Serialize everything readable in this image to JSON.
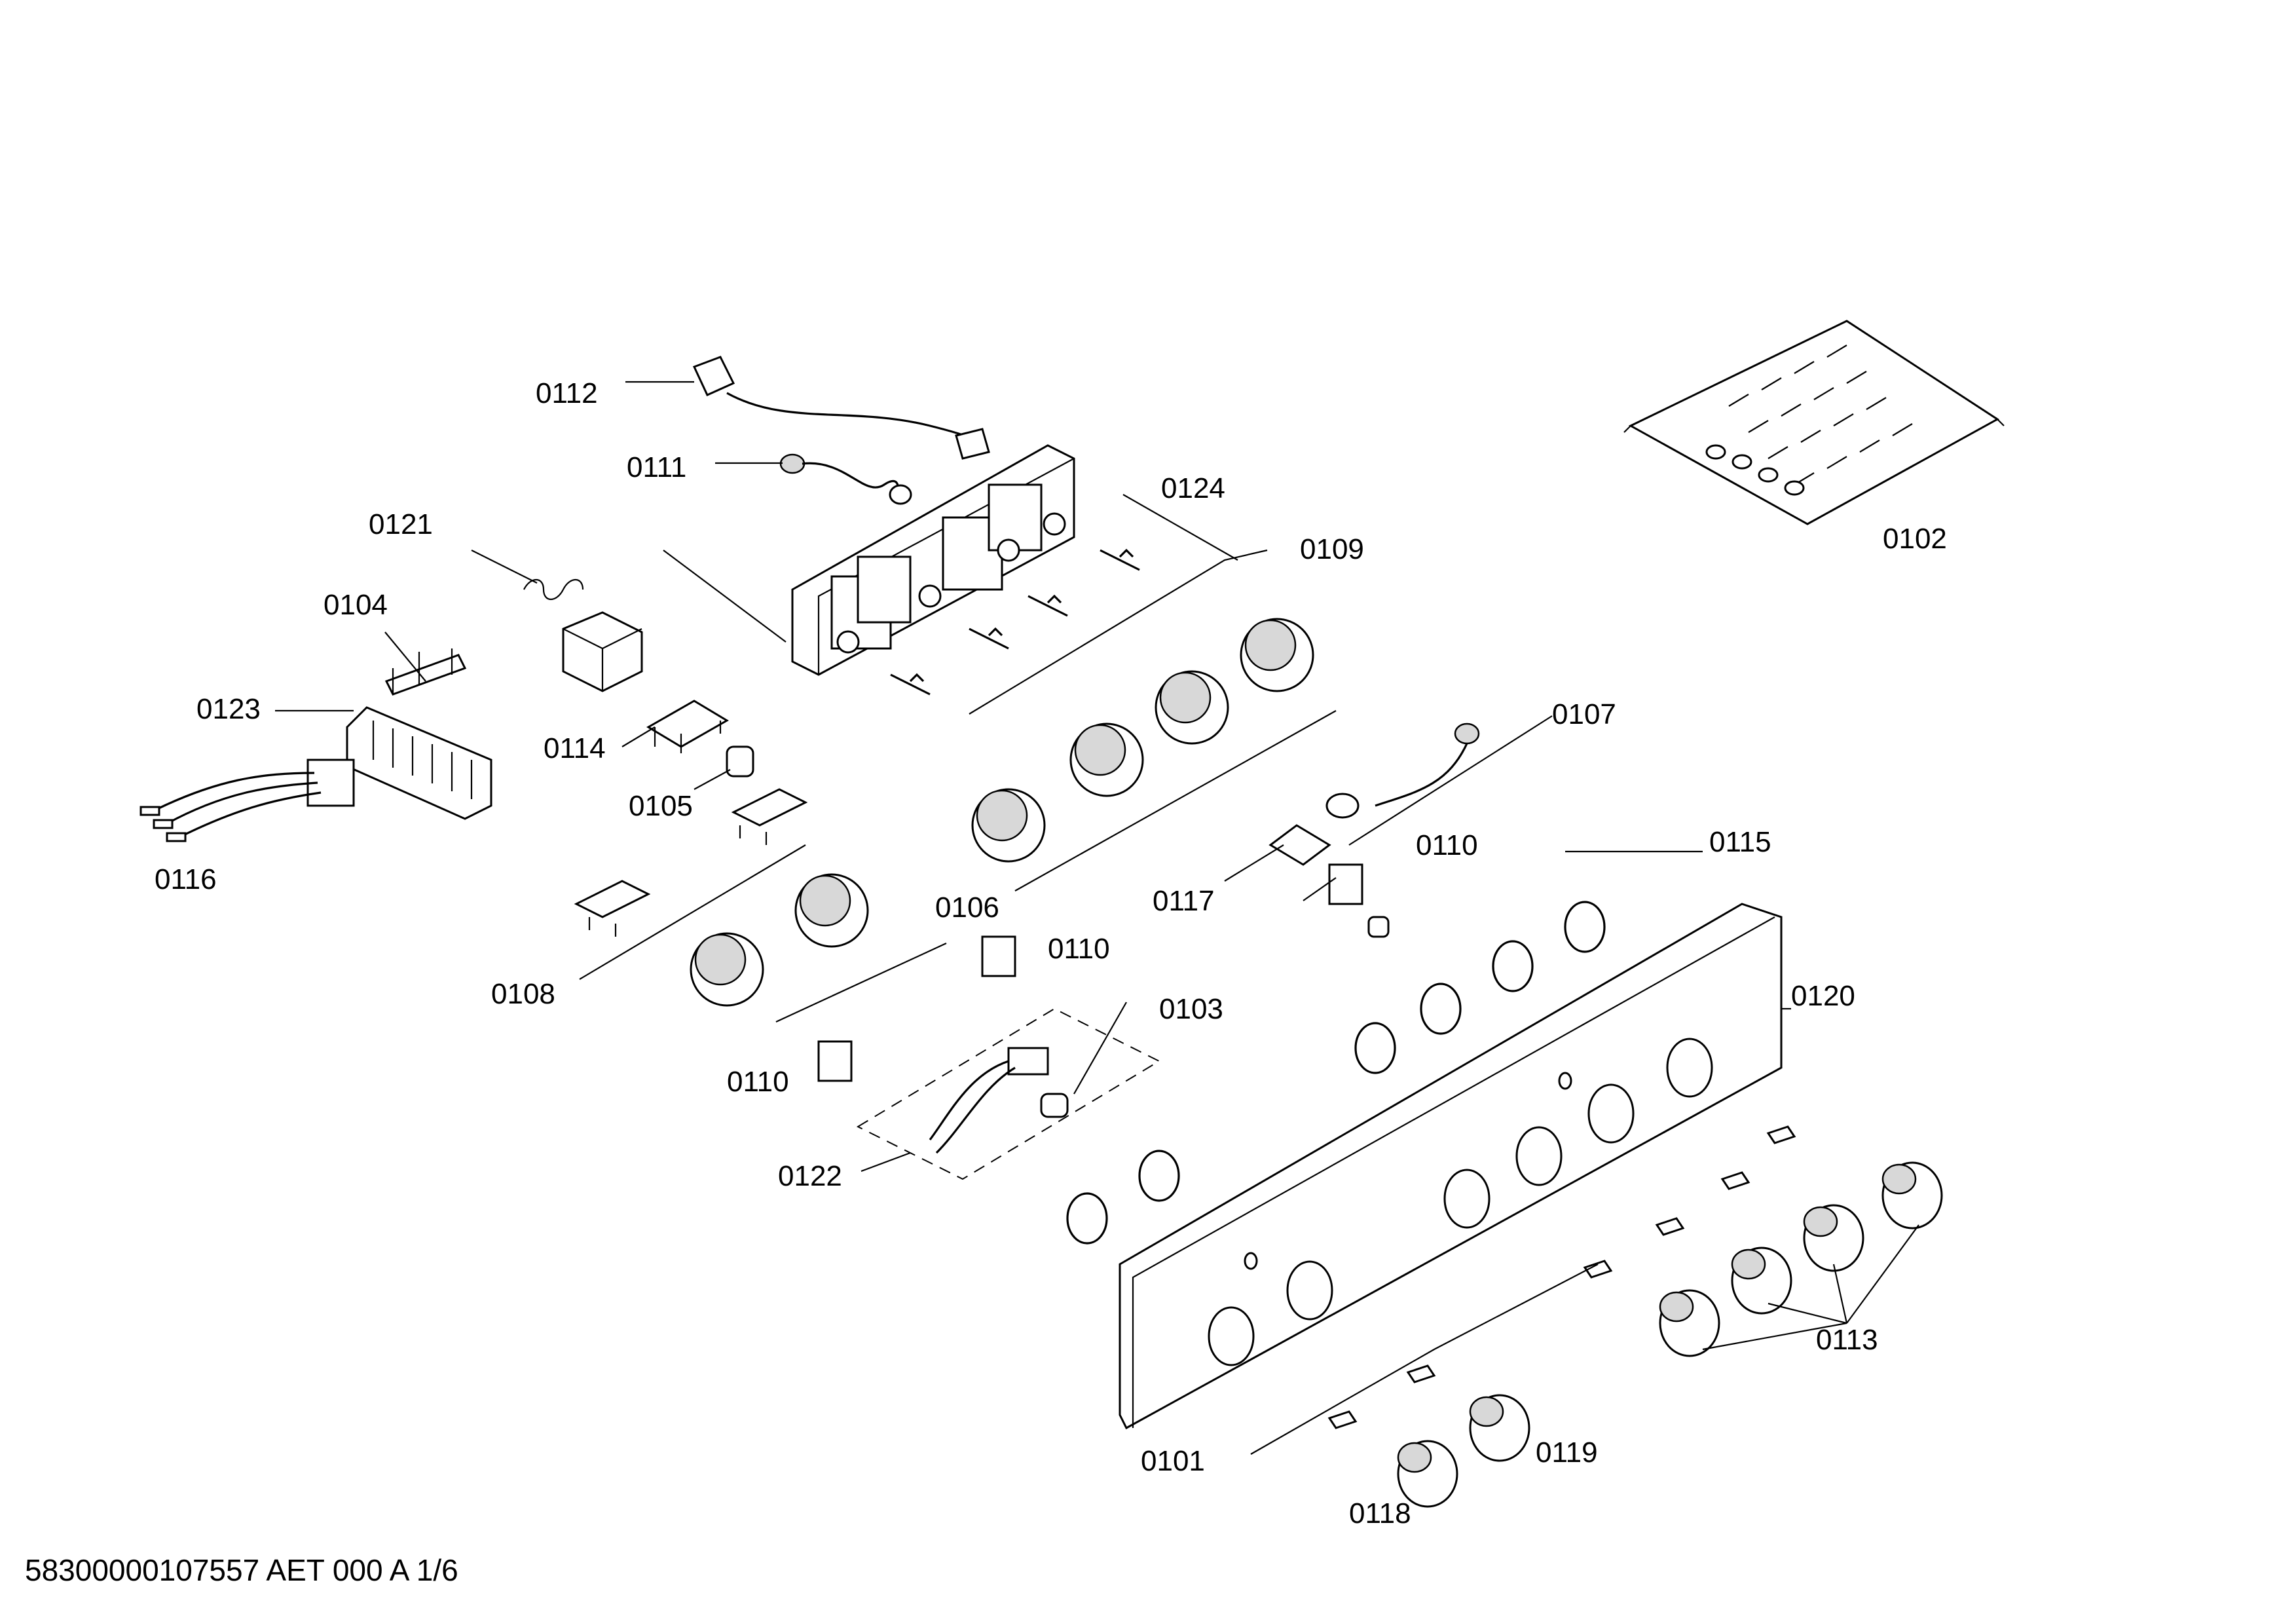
{
  "labels": {
    "p0101": "0101",
    "p0102": "0102",
    "p0103": "0103",
    "p0104": "0104",
    "p0105": "0105",
    "p0106": "0106",
    "p0107": "0107",
    "p0108": "0108",
    "p0109": "0109",
    "p0110a": "0110",
    "p0110b": "0110",
    "p0110c": "0110",
    "p0111": "0111",
    "p0112": "0112",
    "p0113": "0113",
    "p0114": "0114",
    "p0115": "0115",
    "p0116": "0116",
    "p0117": "0117",
    "p0118": "0118",
    "p0119": "0119",
    "p0120": "0120",
    "p0121": "0121",
    "p0122": "0122",
    "p0123": "0123",
    "p0124": "0124"
  },
  "footer": {
    "document_id": "58300000107557 AET 000 A 1/6"
  }
}
